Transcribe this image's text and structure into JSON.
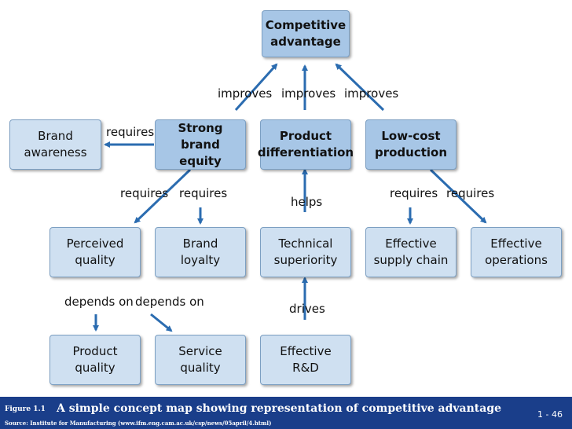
{
  "nodes": {
    "competitive_advantage": "Competitive\nadvantage",
    "brand_awareness": "Brand\nawareness",
    "strong_brand_equity": "Strong brand\nequity",
    "product_differentiation": "Product\ndifferentiation",
    "low_cost_production": "Low-cost\nproduction",
    "perceived_quality": "Perceived\nquality",
    "brand_loyalty": "Brand\nloyalty",
    "technical_superiority": "Technical\nsuperiority",
    "effective_supply_chain": "Effective\nsupply chain",
    "effective_operations": "Effective\noperations",
    "product_quality": "Product\nquality",
    "service_quality": "Service\nquality",
    "effective_rd": "Effective\nR&D"
  },
  "relations": {
    "improves_1": "improves",
    "improves_2": "improves",
    "improves_3": "improves",
    "requires_awareness": "requires",
    "requires_perceived": "requires",
    "requires_loyalty": "requires",
    "helps": "helps",
    "requires_supply": "requires",
    "requires_operations": "requires",
    "depends_on_product": "depends on",
    "depends_on_service": "depends on",
    "drives": "drives"
  },
  "colors": {
    "node_fill": "#cfe0f1",
    "node_fill_emphasis": "#a7c6e6",
    "node_border": "#7c9fc2",
    "arrow": "#2b6cb0",
    "footer_bg": "#1a3e8a"
  },
  "footer": {
    "figure_label": "Figure 1.1",
    "figure_title": "A simple concept map showing representation of competitive advantage",
    "source": "Source: Institute for Manufacturing (www.ifm.eng.cam.ac.uk/csp/news/05april/4.html)",
    "page_number": "1 - 46"
  }
}
